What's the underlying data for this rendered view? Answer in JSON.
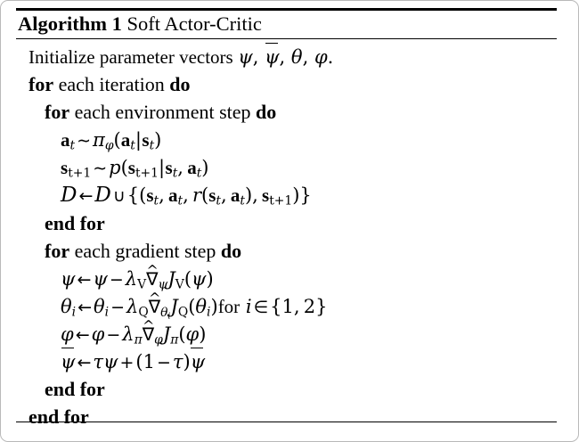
{
  "figure": {
    "kind": "algorithm-pseudocode-float",
    "title": {
      "keyword": "Algorithm 1",
      "name": "Soft Actor-Critic"
    },
    "rules": {
      "top": "thick",
      "mid": "thin",
      "bottom": "thin"
    },
    "colors": {
      "text": "#000000",
      "background": "#ffffff",
      "rule": "#000000",
      "frame": "#b9b9b9"
    },
    "lines": [
      {
        "n": 1,
        "indent": 0,
        "text": "Initialize parameter vectors ψ, ψ̄, θ, φ.",
        "plain_words": "Initialize parameter vectors",
        "keywords": []
      },
      {
        "n": 2,
        "indent": 0,
        "text": "for each iteration do",
        "plain_words": "each iteration",
        "keywords": [
          "for",
          "do"
        ]
      },
      {
        "n": 3,
        "indent": 1,
        "text": "for each environment step do",
        "plain_words": "each environment step",
        "keywords": [
          "for",
          "do"
        ]
      },
      {
        "n": 4,
        "indent": 2,
        "text": "a_t ∼ π_φ(a_t|s_t)",
        "keywords": []
      },
      {
        "n": 5,
        "indent": 2,
        "text": "s_{t+1} ∼ p(s_{t+1}|s_t, a_t)",
        "keywords": []
      },
      {
        "n": 6,
        "indent": 2,
        "text": "D ← D ∪ {(s_t, a_t, r(s_t, a_t), s_{t+1})}",
        "keywords": []
      },
      {
        "n": 7,
        "indent": 1,
        "text": "end for",
        "keywords": [
          "end for"
        ]
      },
      {
        "n": 8,
        "indent": 1,
        "text": "for each gradient step do",
        "plain_words": "each gradient step",
        "keywords": [
          "for",
          "do"
        ]
      },
      {
        "n": 9,
        "indent": 2,
        "text": "ψ ← ψ − λ_V ∇̂_ψ J_V(ψ)",
        "keywords": []
      },
      {
        "n": 10,
        "indent": 2,
        "text": "θ_i ← θ_i − λ_Q ∇̂_{θ_i} J_Q(θ_i) for i ∈ {1, 2}",
        "plain_words": "for",
        "keywords": []
      },
      {
        "n": 11,
        "indent": 2,
        "text": "φ ← φ − λ_π ∇̂_φ J_π(φ)",
        "keywords": []
      },
      {
        "n": 12,
        "indent": 2,
        "text": "ψ̄ ← τψ + (1 − τ)ψ̄",
        "keywords": []
      },
      {
        "n": 13,
        "indent": 1,
        "text": "end for",
        "keywords": [
          "end for"
        ]
      },
      {
        "n": 14,
        "indent": 0,
        "text": "end for",
        "keywords": [
          "end for"
        ]
      }
    ],
    "tokens": {
      "kw_for": "for",
      "kw_do": "do",
      "kw_end_for": "end for",
      "word_each_iteration": "each iteration",
      "word_each_environment_step": "each environment step",
      "word_each_gradient_step": "each gradient step",
      "word_initialize": "Initialize parameter vectors",
      "word_for_lower": "for",
      "psi": "ψ",
      "psi_bar": "ψ̄",
      "theta": "θ",
      "phi": "φ",
      "tau": "τ",
      "pi": "π",
      "lambda": "λ",
      "nabla_hat": "∇̂",
      "cal_d": "D",
      "sim": "∼",
      "gets": "←",
      "cup": "∪",
      "in": "∈",
      "minus": "−",
      "plus": "+",
      "mid": "|",
      "sub_t": "t",
      "sub_t1": "t+1",
      "sub_i": "i",
      "sub_V": "V",
      "sub_Q": "Q",
      "vec_a": "a",
      "vec_s": "s",
      "fn_p": "p",
      "fn_r": "r",
      "fn_J": "J",
      "one": "1",
      "two": "2",
      "period": ".",
      "comma": ",",
      "lparen": "(",
      "rparen": ")",
      "lbrace": "{",
      "rbrace": "}"
    }
  }
}
